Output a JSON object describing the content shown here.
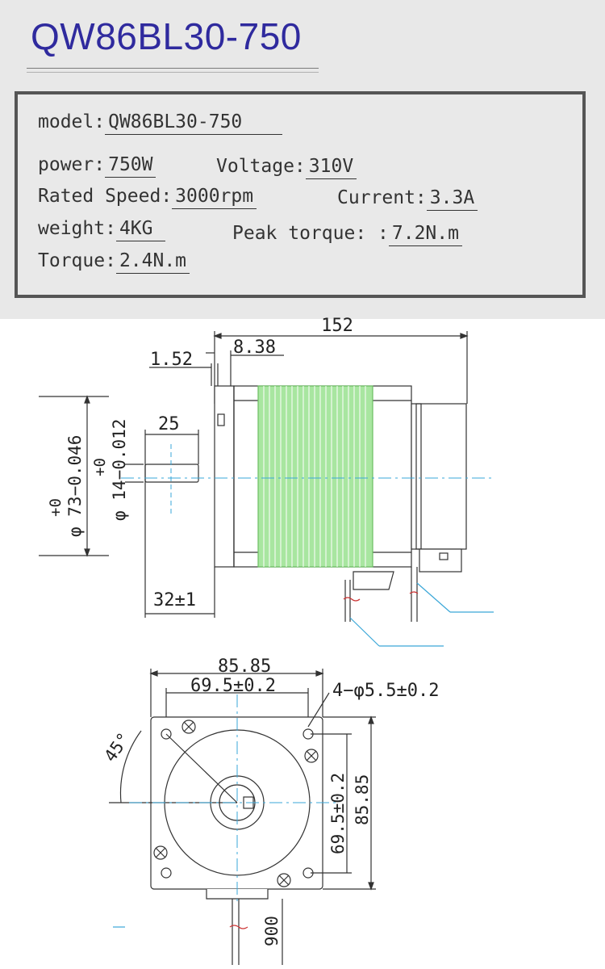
{
  "title": "QW86BL30-750",
  "specs": {
    "model_label": "model:",
    "model_value": "QW86BL30-750",
    "power_label": "power:",
    "power_value": "750W",
    "voltage_label": "Voltage:",
    "voltage_value": "310V",
    "speed_label": "Rated Speed:",
    "speed_value": "3000rpm",
    "current_label": "Current:",
    "current_value": "3.3A",
    "weight_label": "weight:",
    "weight_value": "4KG",
    "peak_label": "Peak torque: :",
    "peak_value": "7.2N.m",
    "torque_label": "Torque:",
    "torque_value": "2.4N.m"
  },
  "drawing": {
    "dim_152": "152",
    "dim_838": "8.38",
    "dim_152b": "1.52",
    "dim_25": "25",
    "dim_shaft_dia_tol1": "+0",
    "dim_shaft_dia": "φ 14−0.012",
    "dim_flange_dia_tol1": "+0",
    "dim_flange_dia": "φ 73−0.046",
    "dim_32": "32±1",
    "dim_8585_top": "85.85",
    "dim_695_top": "69.5±0.2",
    "dim_holes": "4−φ5.5±0.2",
    "dim_45": "45°",
    "dim_695_side": "69.5±0.2",
    "dim_8585_side": "85.85",
    "dim_900": "900"
  },
  "colors": {
    "title": "#2f2a9e",
    "stator": "#a8e6a0",
    "centerline": "#3aa7d8"
  }
}
